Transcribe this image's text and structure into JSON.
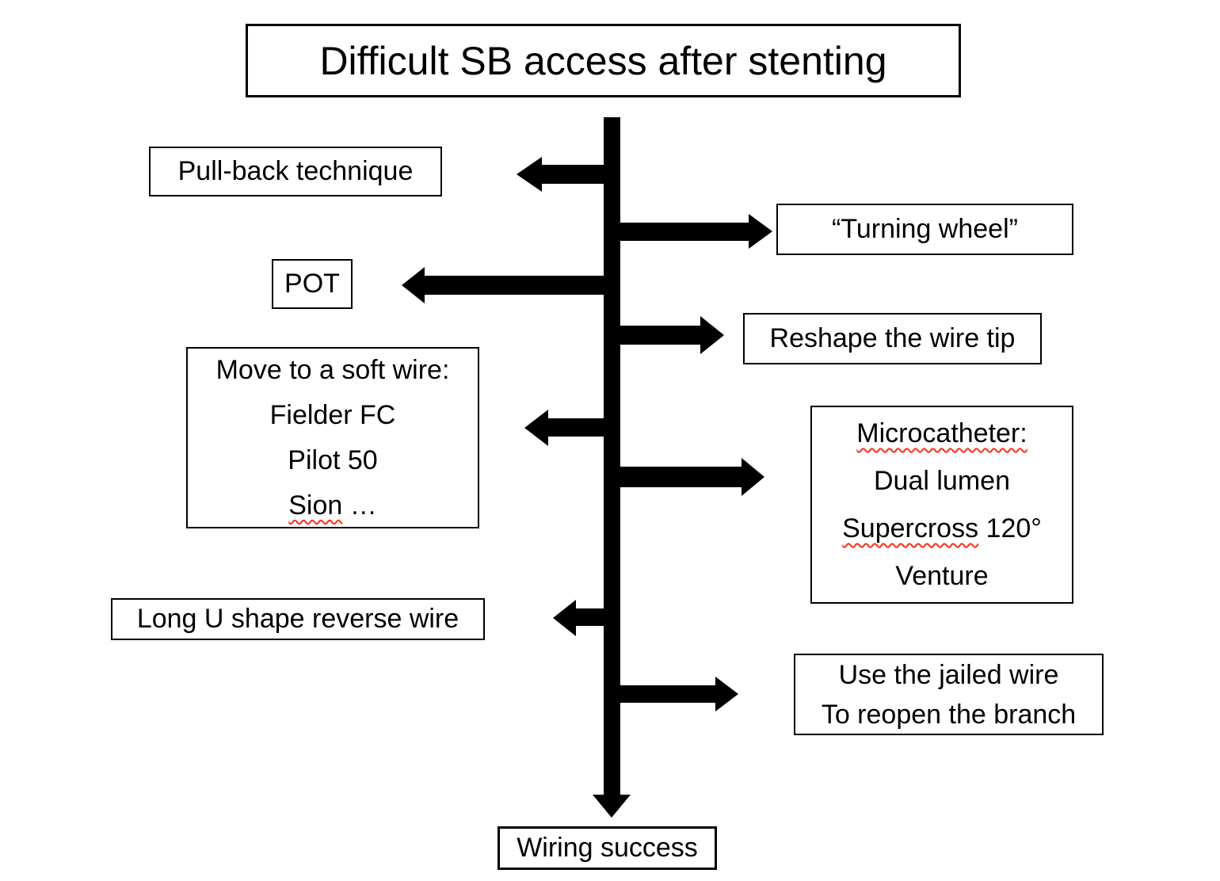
{
  "colors": {
    "background": "#FFFFFF",
    "line": "#000000",
    "box_border": "#000000",
    "text": "#000000",
    "spellcheck_underline": "#FF2D16"
  },
  "title": {
    "text": "Difficult SB access after stenting"
  },
  "branches": {
    "pull_back": {
      "side": "left",
      "label": "Pull-back technique"
    },
    "turning_wheel": {
      "side": "right",
      "label": "“Turning wheel”"
    },
    "pot": {
      "side": "left",
      "label": "POT"
    },
    "reshape": {
      "side": "right",
      "label": "Reshape the wire tip"
    },
    "soft_wire": {
      "side": "left",
      "heading": "Move to a soft wire:",
      "item1": "Fielder FC",
      "item2": "Pilot 50",
      "item3_misspelled": "Sion",
      "item3_rest": " …"
    },
    "microcatheter": {
      "side": "right",
      "heading_misspelled": "Microcatheter:",
      "item1": "Dual lumen",
      "item2_misspelled": "Supercross",
      "item2_rest": " 120°",
      "item3": "Venture"
    },
    "long_u": {
      "side": "left",
      "label": "Long U shape reverse wire"
    },
    "jailed_wire": {
      "side": "right",
      "line1": "Use the jailed wire",
      "line2": "To reopen the branch"
    },
    "outcome": {
      "label": "Wiring success"
    }
  }
}
